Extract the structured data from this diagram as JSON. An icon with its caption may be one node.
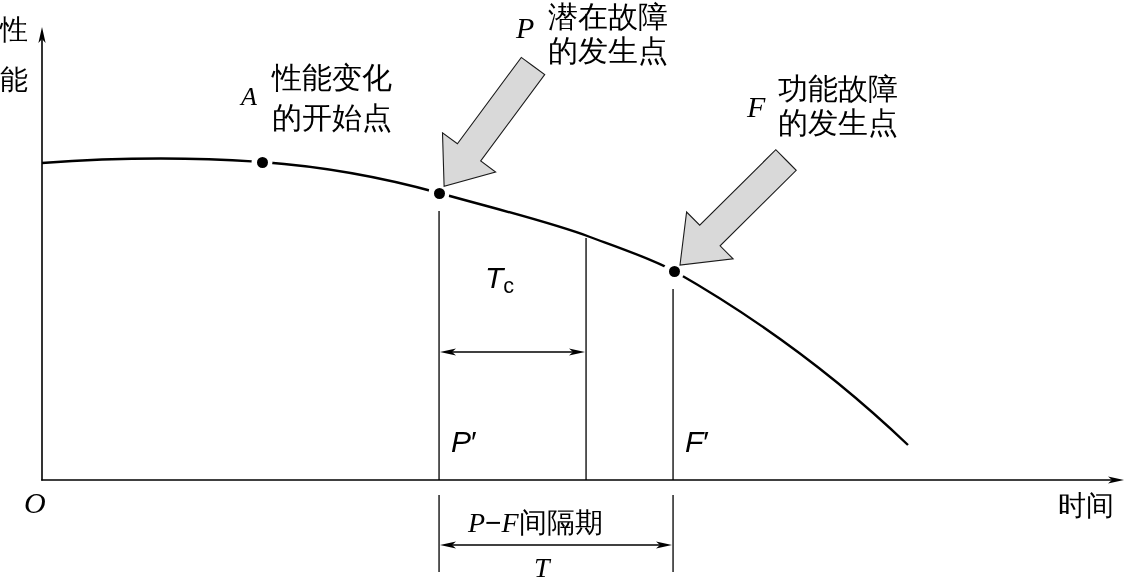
{
  "diagram": {
    "nodes": [
      {
        "text": [],
        "shape": "circle",
        "beside": [
          "A",
          "性能变化的开始点"
        ]
      },
      {
        "text": [
          "P",
          "潜在故障的发生点"
        ]
      },
      {
        "text": [],
        "shape": "circle"
      },
      {
        "text": [
          "F",
          "功能故障的发生点"
        ]
      },
      {
        "text": [],
        "shape": "circle"
      }
    ],
    "edges": [
      {
        "from": 1,
        "to": 2,
        "arrow": "to",
        "style": "thick"
      },
      {
        "from": 3,
        "to": 4,
        "arrow": "to",
        "style": "thick"
      }
    ],
    "labels": [
      "性能",
      "*T*$_{c}$",
      "*P*′",
      "*F*′",
      "O",
      "时间",
      "P−F间隔期",
      "T"
    ]
  }
}
